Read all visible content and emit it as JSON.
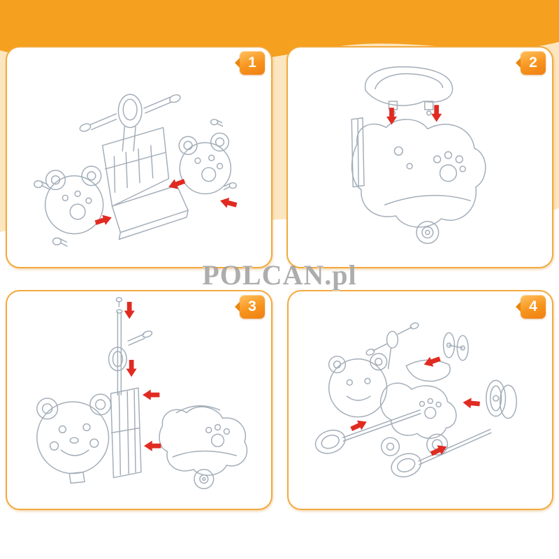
{
  "watermark": "POLCAN.pl",
  "colors": {
    "background_orange": "#f5a01f",
    "background_cream": "#fbe6c0",
    "panel_border": "#f4a93e",
    "badge_orange": "#f7941d",
    "arrow_red": "#e02b22",
    "line_art_gray": "#a3aeb9"
  },
  "panels": [
    {
      "number": "1",
      "illustration": "exploded-frame-handlebar-and-side-panels-with-screws"
    },
    {
      "number": "2",
      "illustration": "seat-attached-down-onto-body-shell-with-small-wheel"
    },
    {
      "number": "3",
      "illustration": "steering-rod-inserted-into-front-bear-panel-and-rear-body"
    },
    {
      "number": "4",
      "illustration": "wheels-and-axles-attached-to-assembled-ride-on-toy"
    }
  ]
}
